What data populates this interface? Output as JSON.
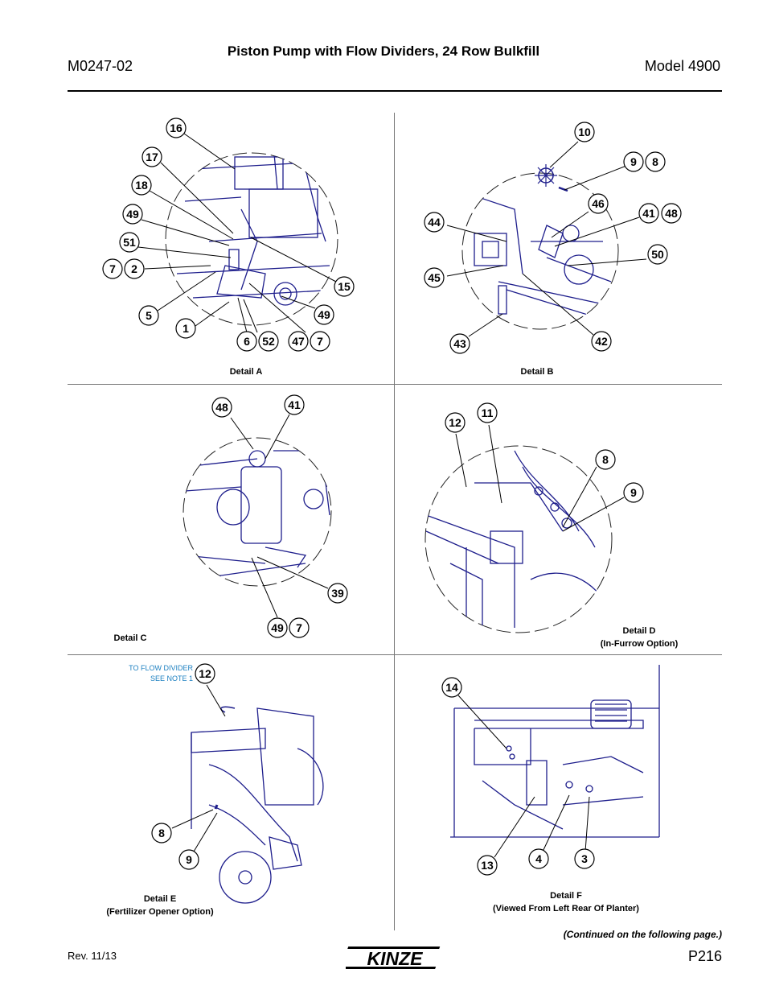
{
  "header": {
    "doc_number": "M0247-02",
    "title": "Piston Pump with Flow Dividers, 24 Row Bulkfill",
    "model": "Model 4900"
  },
  "details": {
    "a": {
      "caption": "Detail  A",
      "callouts": [
        "16",
        "17",
        "18",
        "49",
        "51",
        "7",
        "2",
        "5",
        "1",
        "6",
        "52",
        "47",
        "7",
        "49",
        "15"
      ]
    },
    "b": {
      "caption": "Detail  B",
      "callouts": [
        "10",
        "9",
        "8",
        "46",
        "41",
        "48",
        "44",
        "50",
        "45",
        "43",
        "42"
      ]
    },
    "c": {
      "caption": "Detail  C",
      "callouts": [
        "48",
        "41",
        "39",
        "49",
        "7"
      ]
    },
    "d": {
      "caption_line1": "Detail  D",
      "caption_line2": "(In-Furrow Option)",
      "callouts": [
        "12",
        "11",
        "8",
        "9"
      ]
    },
    "e": {
      "caption_line1": "Detail E",
      "caption_line2": "(Fertilizer Opener Option)",
      "note_line1": "TO FLOW DIVIDER",
      "note_line2": "SEE NOTE 1",
      "callouts": [
        "12",
        "8",
        "9"
      ]
    },
    "f": {
      "caption_line1": "Detail F",
      "caption_line2": "(Viewed From Left Rear Of Planter)",
      "callouts": [
        "14",
        "13",
        "4",
        "3"
      ]
    }
  },
  "footer": {
    "revision": "Rev. 11/13",
    "continued": "(Continued on the following page.)",
    "page": "P216",
    "logo_text": "KINZE"
  },
  "colors": {
    "line_art": "#1e1e8c",
    "note": "#1b7fc0"
  }
}
